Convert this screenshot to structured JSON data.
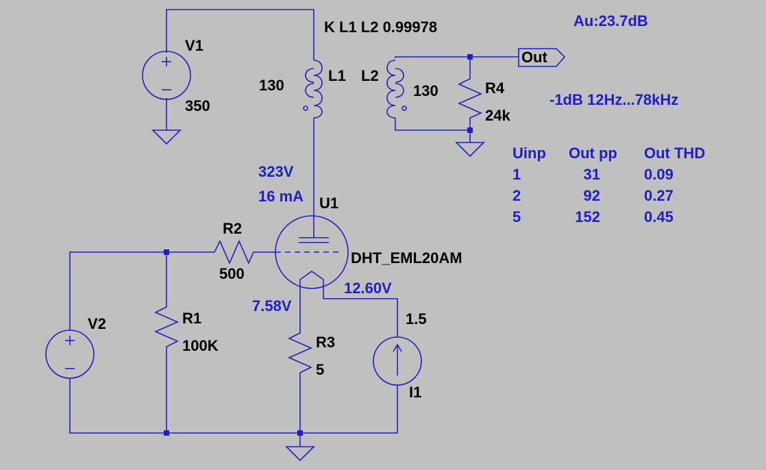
{
  "coupling": "K L1 L2  0.99978",
  "gain": "Au:23.7dB",
  "bandwidth": "-1dB  12Hz...78kHz",
  "components": {
    "V1": {
      "name": "V1",
      "value": "350"
    },
    "L1": {
      "name": "L1",
      "value": "130"
    },
    "L2": {
      "name": "L2",
      "value": "130"
    },
    "R4": {
      "name": "R4",
      "value": "24k"
    },
    "U1": {
      "name": "U1",
      "value": "DHT_EML20AM"
    },
    "R2": {
      "name": "R2",
      "value": "500"
    },
    "R1": {
      "name": "R1",
      "value": "100K"
    },
    "R3": {
      "name": "R3",
      "value": "5"
    },
    "V2": {
      "name": "V2"
    },
    "I1": {
      "name": "I1",
      "value": "1.5"
    }
  },
  "net_labels": {
    "out": "Out"
  },
  "operating_point": {
    "plate_voltage": "323V",
    "plate_current": "16 mA",
    "cathode_voltage": "7.58V",
    "filament_voltage": "12.60V"
  },
  "table": {
    "headers": [
      "Uinp",
      "Out pp",
      "Out THD"
    ],
    "rows": [
      [
        "1",
        "31",
        "0.09"
      ],
      [
        "2",
        "92",
        "0.27"
      ],
      [
        "5",
        "152",
        "0.45"
      ]
    ]
  },
  "colors": {
    "background": "#c0c0c0",
    "wire": "#1f1fbf",
    "text": "#000000",
    "annotation": "#1f1fbf",
    "junction": "#1f1fbf"
  }
}
